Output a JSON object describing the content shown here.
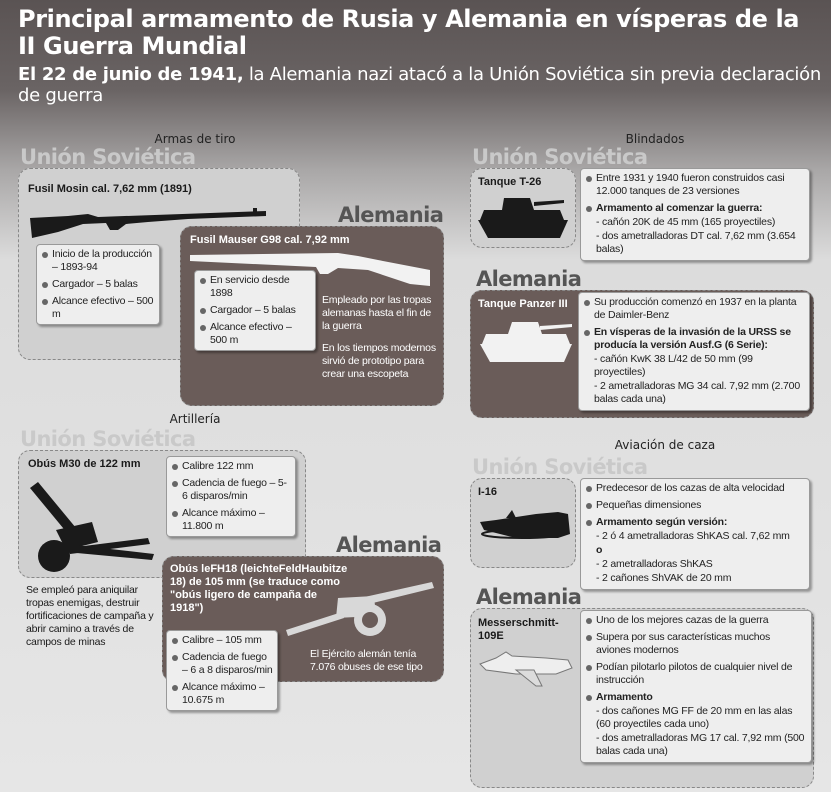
{
  "header": {
    "title": "Principal armamento de Rusia y Alemania en vísperas de la II Guerra Mundial",
    "subtitle_bold": "El 22 de junio de 1941,",
    "subtitle_rest": " la Alemania nazi atacó a la Unión Soviética sin previa declaración de guerra"
  },
  "sections": {
    "small_arms": "Armas de tiro",
    "armor": "Blindados",
    "artillery": "Artillería",
    "fighters": "Aviación de caza"
  },
  "countries": {
    "su": "Unión Soviética",
    "de": "Alemania"
  },
  "mosin": {
    "name": "Fusil Mosin cal. 7,62 mm (1891)",
    "facts": [
      "Inicio de la producción – 1893-94",
      "Cargador – 5 balas",
      "Alcance efectivo – 500 m"
    ]
  },
  "mauser": {
    "name": "Fusil Mauser G98 cal. 7,92 mm",
    "facts": [
      "En servicio desde 1898",
      "Cargador – 5 balas",
      "Alcance efectivo – 500 m"
    ],
    "note1": "Empleado por las tropas alemanas hasta el fin de la guerra",
    "note2": "En los tiempos modernos sirvió de prototipo para crear una escopeta"
  },
  "m30": {
    "name": "Obús M30 de 122 mm",
    "facts": [
      "Calibre 122 mm",
      "Cadencia de fuego – 5-6 disparos/min",
      "Alcance máximo – 11.800 m"
    ],
    "note": "Se empleó para aniquilar tropas enemigas, destruir fortificaciones de campaña y abrir camino a través de campos de minas"
  },
  "lefh18": {
    "name": "Obús leFH18 (leichteFeldHaubitze 18) de 105 mm (se traduce como \"obús ligero de campaña de 1918\")",
    "facts": [
      "Calibre – 105 mm",
      "Cadencia de fuego – 6 a 8 disparos/min",
      "Alcance máximo – 10.675 m"
    ],
    "note": "El Ejército alemán tenía 7.076 obuses de ese tipo"
  },
  "t26": {
    "name": "Tanque T-26",
    "facts": [
      {
        "text": "Entre 1931 y 1940 fueron construidos casi 12.000 tanques de 23 versiones",
        "style": "bullet"
      },
      {
        "text": "Armamento al comenzar la guerra:",
        "style": "bold"
      },
      {
        "text": "- cañón 20K de 45 mm (165 proyectiles)",
        "style": "sub"
      },
      {
        "text": "- dos ametralladoras DT cal. 7,62 mm (3.654 balas)",
        "style": "sub"
      }
    ]
  },
  "panzer": {
    "name": "Tanque Panzer III",
    "facts": [
      {
        "text": "Su producción comenzó en 1937 en la planta de Daimler-Benz",
        "style": "bullet"
      },
      {
        "text": "En vísperas de la invasión de la URSS se producía la versión Ausf.G (6 Serie):",
        "style": "bold"
      },
      {
        "text": "- cañón KwK 38 L/42 de 50 mm (99 proyectiles)",
        "style": "sub"
      },
      {
        "text": "- 2 ametralladoras MG 34 cal. 7,92 mm (2.700 balas cada una)",
        "style": "sub"
      }
    ]
  },
  "i16": {
    "name": "I-16",
    "facts": [
      {
        "text": "Predecesor de los cazas de alta velocidad",
        "style": "bullet"
      },
      {
        "text": "Pequeñas dimensiones",
        "style": "bullet"
      },
      {
        "text": "Armamento según versión:",
        "style": "bold"
      },
      {
        "text": "- 2 ó 4 ametralladoras ShKAS cal. 7,62 mm",
        "style": "sub"
      },
      {
        "text": "o",
        "style": "plain-bold"
      },
      {
        "text": "- 2 ametralladoras ShKAS",
        "style": "sub"
      },
      {
        "text": "- 2 cañones ShVAK de 20 mm",
        "style": "sub"
      }
    ]
  },
  "bf109": {
    "name": "Messerschmitt-109E",
    "facts": [
      {
        "text": "Uno de los mejores cazas de la guerra",
        "style": "bullet"
      },
      {
        "text": "Supera por sus características muchos aviones modernos",
        "style": "bullet"
      },
      {
        "text": "Podían pilotarlo pilotos de cualquier nivel de instrucción",
        "style": "bullet"
      },
      {
        "text": "Armamento",
        "style": "bold"
      },
      {
        "text": "- dos cañones MG FF de 20 mm en las alas (60 proyectiles cada uno)",
        "style": "sub"
      },
      {
        "text": "- dos ametralladoras MG 17 cal. 7,92 mm (500 balas cada una)",
        "style": "sub"
      }
    ]
  },
  "colors": {
    "soviet_label": "#c9c9c9",
    "german_label": "#555555",
    "soviet_panel": "#d0d0d0",
    "german_panel": "#6a5c59"
  }
}
